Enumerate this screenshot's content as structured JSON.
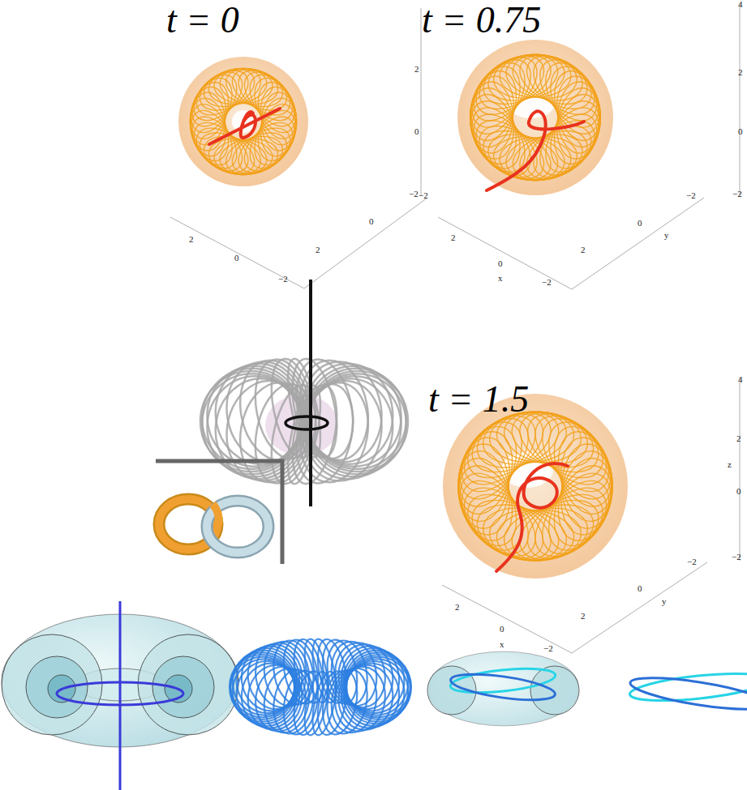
{
  "diagram": {
    "labels": [
      "t = 0",
      "2",
      "0",
      "−2",
      "2",
      "0",
      "−2",
      "2",
      "0",
      "−2",
      "t = 0.75",
      "4",
      "2",
      "0",
      "−2",
      "2",
      "0",
      "x",
      "−2",
      "2",
      "0",
      "y",
      "−2",
      "t = 1.5",
      "4",
      "2",
      "z",
      "0",
      "−2",
      "2",
      "0",
      "x",
      "−2",
      "2",
      "0",
      "y",
      "−2"
    ]
  }
}
